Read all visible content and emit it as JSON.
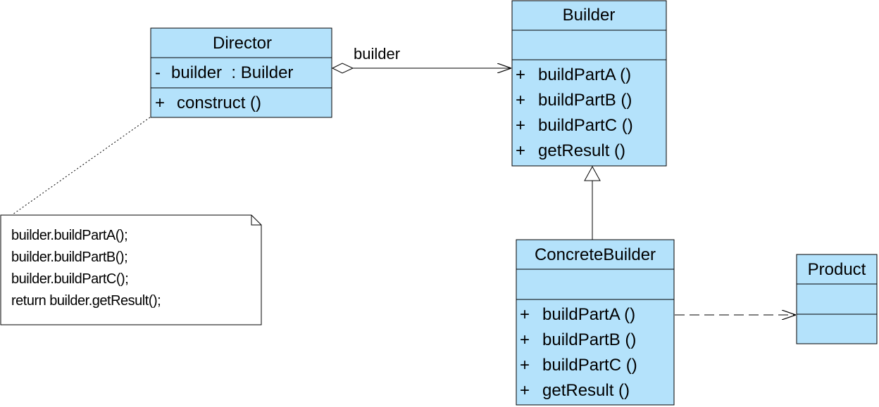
{
  "diagram": {
    "classes": {
      "director": {
        "name": "Director",
        "attributes": [
          {
            "visibility": "-",
            "text": "builder  : Builder"
          }
        ],
        "operations": [
          {
            "visibility": "+",
            "text": "construct ()"
          }
        ]
      },
      "builder": {
        "name": "Builder",
        "attributes": [],
        "operations": [
          {
            "visibility": "+",
            "text": "buildPartA ()"
          },
          {
            "visibility": "+",
            "text": "buildPartB ()"
          },
          {
            "visibility": "+",
            "text": "buildPartC ()"
          },
          {
            "visibility": "+",
            "text": "getResult ()"
          }
        ]
      },
      "concrete_builder": {
        "name": "ConcreteBuilder",
        "attributes": [],
        "operations": [
          {
            "visibility": "+",
            "text": "buildPartA ()"
          },
          {
            "visibility": "+",
            "text": "buildPartB ()"
          },
          {
            "visibility": "+",
            "text": "buildPartC ()"
          },
          {
            "visibility": "+",
            "text": "getResult ()"
          }
        ]
      },
      "product": {
        "name": "Product",
        "attributes": [],
        "operations": []
      }
    },
    "associations": {
      "director_builder_label": "builder"
    },
    "note": {
      "lines": [
        "builder.buildPartA();",
        "builder.buildPartB();",
        "builder.buildPartC();",
        "return builder.getResult();"
      ]
    },
    "colors": {
      "class_fill": "#b4e2fb",
      "border": "#000000",
      "note_fill": "#ffffff"
    }
  }
}
